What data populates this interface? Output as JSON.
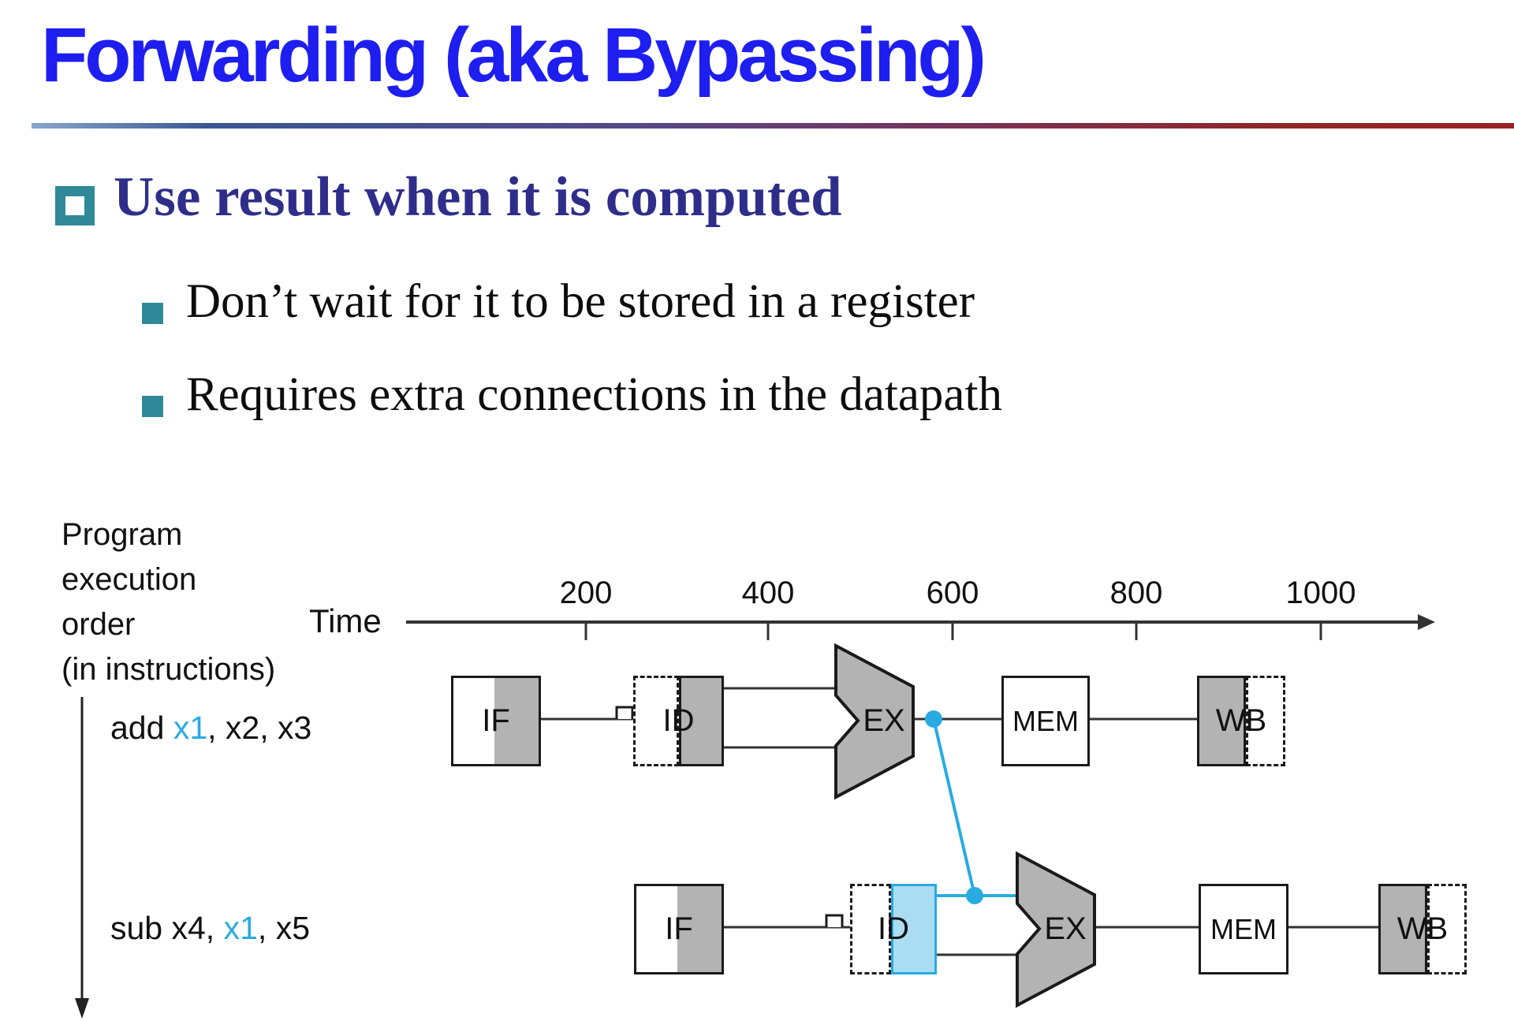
{
  "title": "Forwarding (aka Bypassing)",
  "heading": "Use result when it is computed",
  "sub_bullets": [
    "Don’t wait for it to be stored in a register",
    "Requires extra connections in the datapath"
  ],
  "colors": {
    "title_blue": "#1e1ef0",
    "heading_navy": "#2e2e8a",
    "bullet_teal": "#2f8999",
    "accent_cyan": "#29abe2",
    "highlight_fill": "#aadcf2",
    "stage_gray": "#b3b3b3"
  },
  "diagram": {
    "order_label_lines": [
      "Program",
      "execution",
      "order",
      "(in instructions)"
    ],
    "time_label": "Time",
    "ticks": [
      "200",
      "400",
      "600",
      "800",
      "1000"
    ],
    "stage_labels": {
      "if": "IF",
      "id": "ID",
      "ex": "EX",
      "mem": "MEM",
      "wb": "WB"
    },
    "instructions": [
      {
        "pre": "add ",
        "reg": "x1",
        "post": ", x2, x3"
      },
      {
        "pre": "sub x4, ",
        "reg": "x1",
        "post": ", x5"
      }
    ]
  }
}
